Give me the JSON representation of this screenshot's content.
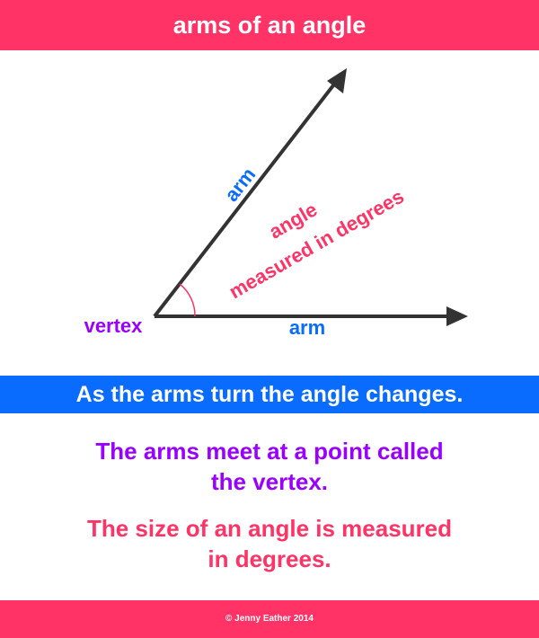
{
  "title": "arms of an angle",
  "diagram": {
    "arm_upper": "arm",
    "arm_lower": "arm",
    "angle": "angle",
    "angle_sub": "measured in degrees",
    "vertex": "vertex"
  },
  "banner": "As the arms turn the angle changes.",
  "text1_line1": "The arms meet at a point called",
  "text1_line2": "the vertex.",
  "text2_line1": "The size of an angle is measured",
  "text2_line2": "in degrees.",
  "footer": "© Jenny Eather 2014",
  "colors": {
    "pink": "#ff3366",
    "blue": "#0a6cff",
    "purple": "#9900ff"
  }
}
